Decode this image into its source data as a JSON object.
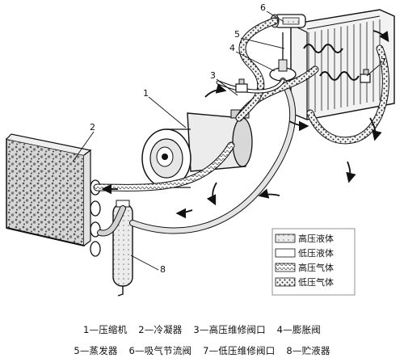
{
  "callouts": [
    "1",
    "2",
    "3",
    "4",
    "5",
    "6",
    "7",
    "8"
  ],
  "legend": [
    {
      "key": "high-pressure-liquid",
      "label": "高压液体"
    },
    {
      "key": "low-pressure-liquid",
      "label": "低压液体"
    },
    {
      "key": "high-pressure-gas",
      "label": "高压气体"
    },
    {
      "key": "low-pressure-gas",
      "label": "低压气体"
    }
  ],
  "caption_row_1": [
    "1—压缩机",
    "2—冷凝器",
    "3—高压维修阀口",
    "4—膨胀阀"
  ],
  "caption_row_2": [
    "5—蒸发器",
    "6—吸气节流阀",
    "7—低压维修阀口",
    "8—贮液器"
  ],
  "colors": {
    "ink": "#111111",
    "paper": "#ffffff",
    "fill_gray": "#d9d9d9"
  }
}
